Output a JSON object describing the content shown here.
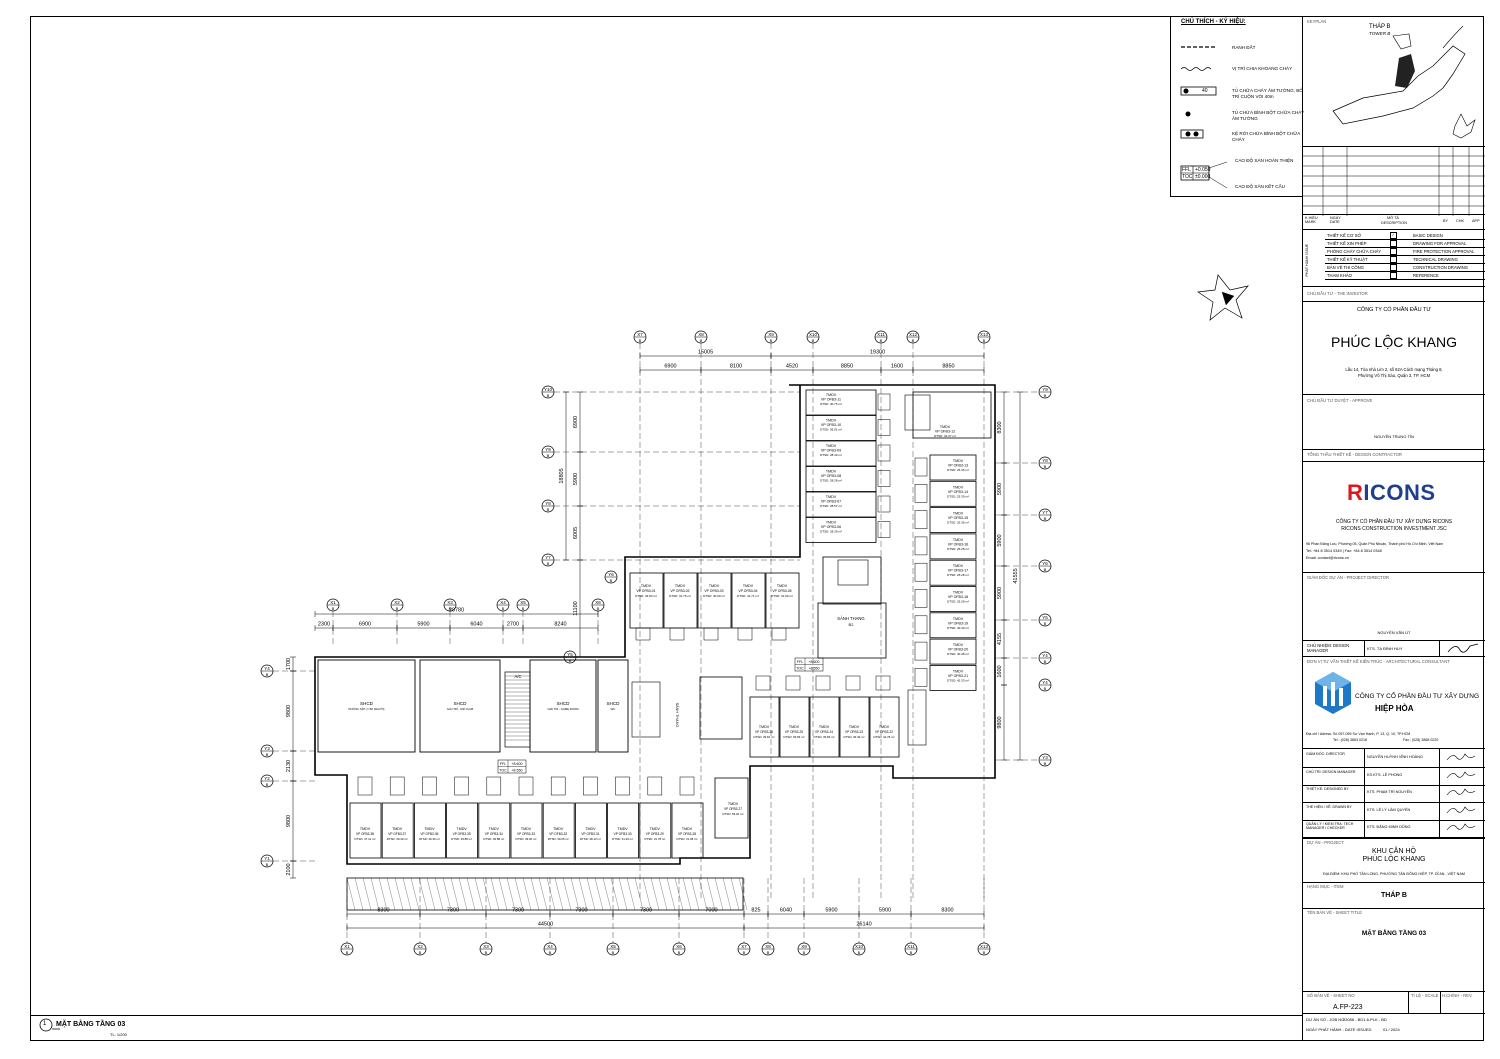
{
  "legend": {
    "title": "CHÚ THÍCH - KÝ HIỆU:",
    "items": [
      {
        "text": "RANH ĐẤT"
      },
      {
        "text": "VỊ TRÍ CHIA KHOANG CHÁY"
      },
      {
        "text": "TỦ CHỮA CHÁY ÂM TƯỜNG, BỐ TRÍ CUỘN VÒI 40m",
        "tag": "40"
      },
      {
        "text": "TỦ CHỨA BÌNH BỘT CHỮA CHÁY ÂM TƯỜNG"
      },
      {
        "text": "KỆ RỜI CHỨA BÌNH BỘT CHỮA CHÁY"
      },
      {
        "text": "CAO ĐỘ SÀN HOÀN THIỆN"
      },
      {
        "text": "CAO ĐỘ SÀN KẾT CẤU"
      }
    ],
    "ffl_label": "FFL",
    "ffl_value": "+0.050",
    "toc_label": "TOC",
    "toc_value": "±0.000"
  },
  "keyplan": {
    "label": "KEYPLAN",
    "tower_vi": "THÁP B",
    "tower_en": "TOWER B"
  },
  "revision": {
    "mark": "K.HIỆU MARK",
    "date": "NGÀY DATE",
    "desc_vi": "MÔ TẢ",
    "desc_en": "DESCRIPTION",
    "by": "BY",
    "chk": "CHK",
    "app": "APP"
  },
  "issue": {
    "side": "PHÁT HÀNH ISSUE",
    "rows": [
      {
        "vi": "THIẾT KẾ CƠ SỞ",
        "en": "BASIC DESIGN",
        "checked": true
      },
      {
        "vi": "THIẾT KẾ XIN PHÉP",
        "en": "DRAWING FOR APPROVAL",
        "checked": false
      },
      {
        "vi": "PHÒNG CHÁY CHỮA CHÁY",
        "en": "FIRE PROTECTION APPROVAL",
        "checked": false
      },
      {
        "vi": "THIẾT KẾ KỸ THUẬT",
        "en": "TECHNICAL DRAWING",
        "checked": false
      },
      {
        "vi": "BẢN VẼ THI CÔNG",
        "en": "CONSTRUCTION DRAWING",
        "checked": false
      },
      {
        "vi": "THAM KHẢO",
        "en": "REFERENCE",
        "checked": false
      }
    ]
  },
  "investor": {
    "label": "CHỦ ĐẦU TƯ - THE INVESTOR",
    "company_type": "CÔNG TY CỔ PHẦN ĐẦU TƯ",
    "name": "PHÚC LỘC KHANG",
    "address1": "Lầu 14, Tòa nhà Lim 2, số 62A Cách mạng Tháng 8,",
    "address2": "Phường Võ Thị Sáu, Quận 3, TP. HCM",
    "approve_label": "CHỦ ĐẦU TƯ DUYỆT - APPROVE",
    "approver": "NGUYỄN TRUNG TÍN"
  },
  "contractor": {
    "label": "TỔNG THẦU THIẾT KẾ - DESIGN CONTRACTOR",
    "logo": "RICONS",
    "name_vi": "CÔNG TY CỔ PHẦN ĐẦU TƯ XÂY DỰNG RICONS",
    "name_en": "RICONS CONSTRUCTION INVESTMENT JSC",
    "address": "96 Phan Đăng Lưu, Phường 05, Quận Phú Nhuận, Thành phố Hồ Chí Minh, Việt Nam",
    "tel": "Tel: +84 8 3514 0349 | Fax: +84 8 3514 0348",
    "email": "Email: contact@ricons.vn",
    "director_label": "GIÁM ĐỐC DỰ ÁN - PROJECT DIRECTOR",
    "director": "NGUYỄN VĂN ÚT",
    "manager_label": "CHỦ NHIỆM: DESIGN MANAGER",
    "manager": "KTS. TẠ ĐÌNH HUY"
  },
  "consultant": {
    "label": "ĐƠN VỊ TƯ VẤN THIẾT KẾ KIẾN TRÚC - ARCHITECTURAL CONSULTANT",
    "name1": "CÔNG TY CỔ PHẦN ĐẦU TƯ XÂY DỰNG",
    "name2": "HIỆP HÒA",
    "address": "Địa chỉ / Adress: Số 057-059 Sư Vạn Hạnh, P. 13, Q. 10, TP.HCM",
    "tel": "Tel : (028) 3863 0218",
    "fax": "Fax : (028) 3868 0220",
    "staff": [
      {
        "role": "GIÁM ĐỐC: DIRECTOR",
        "name": "NGUYỄN HUỲNH VĨNH HOÀNG"
      },
      {
        "role": "CHỦ TRÌ: DESIGN MANAGER",
        "name": "KS.KTS. LÊ PHONG"
      },
      {
        "role": "THIẾT KẾ: DESIGNED BY",
        "name": "KTS. PHẠM TRÍ NGUYÊN"
      },
      {
        "role": "THỂ HIỆN / VẼ: DRAWN BY",
        "name": "KTS. LÊ LÝ LÂM QUYÊN"
      },
      {
        "role": "QUẢN LÝ / KIỂM TRA: TECH MANAGER / CHECKER",
        "name": "KTS. ĐẶNG MINH DŨNG"
      }
    ]
  },
  "project": {
    "label": "DỰ ÁN - PROJECT",
    "name1": "KHU CĂN HỘ",
    "name2": "PHÚC LỘC KHANG",
    "location": "ĐỊA ĐIỂM: KHU PHỐ TÂN LONG, PHƯỜNG TÂN ĐÔNG HIỆP, TP. DĨ AN , VIỆT NAM",
    "item_label": "HẠNG MỤC - ITEM",
    "item": "THÁP B",
    "sheet_title_label": "TÊN BẢN VẼ - SHEET TITLE",
    "sheet_title": "MẶT BẰNG TẦNG 03",
    "sheet_no_label": "SỐ BẢN VẼ - SHEET NO",
    "sheet_no": "A.FP-223",
    "scale_label": "TỈ LỆ - SCALE",
    "rev_label": "H.CHỈNH - REV.",
    "job_label": "DỰ ÁN SỐ - JOB NO:",
    "job": "23056 - BD1.6-PLK - BD",
    "date_label": "NGÀY PHÁT HÀNH - DATE ISSUED",
    "date": "01 / 2024"
  },
  "drawing_caption": {
    "number": "1",
    "title": "MẶT BẰNG TẦNG 03",
    "scale": "TL: 1/200"
  },
  "grids_top": [
    "X7",
    "X8",
    "X9",
    "X10",
    "X11",
    "X12",
    "X13"
  ],
  "grids_top_left": [
    "X1",
    "X2",
    "X3",
    "X4",
    "X5",
    "X6"
  ],
  "grids_bottom": [
    "X1",
    "X2",
    "X3",
    "X4",
    "X5",
    "X6",
    "X7",
    "X8",
    "X9",
    "X10",
    "X11",
    "X13"
  ],
  "grids_left_upper": [
    "Y10",
    "Y9",
    "Y8",
    "Y7"
  ],
  "grids_left_lower": [
    "Y4",
    "Y3",
    "Y2",
    "Y1"
  ],
  "grids_right": [
    "Y9",
    "Y8",
    "Y7",
    "Y6",
    "Y5",
    "Y4",
    "Y3"
  ],
  "grid_b": "B",
  "dims_top": [
    "15005",
    "19300",
    "6900",
    "8100",
    "4520",
    "8850",
    "1600",
    "8850"
  ],
  "dims_left_top": [
    "29780",
    "2300",
    "6900",
    "5900",
    "6040",
    "2700",
    "8240"
  ],
  "dims_bottom": [
    "8300",
    "7300",
    "7300",
    "7300",
    "7300",
    "7000",
    "825",
    "6040",
    "5900",
    "5900",
    "8300",
    "44500",
    "26140"
  ],
  "dims_right": [
    "8300",
    "5900",
    "5900",
    "5900",
    "4155",
    "1600",
    "9800",
    "41555"
  ],
  "dims_left": [
    "6900",
    "5900",
    "6005",
    "18805",
    "11100",
    "1700",
    "9800",
    "2130",
    "9800",
    "2100"
  ],
  "rooms_top_row": [
    {
      "name": "TMDV",
      "code": "VP OFB3-01",
      "area": "DTSD: 34.83 m²"
    },
    {
      "name": "TMDV",
      "code": "VP OFB3-02",
      "area": "DTSD: 31.76 m²"
    },
    {
      "name": "TMDV",
      "code": "VP OFB3-03",
      "area": "DTSD: 40.00 m²"
    },
    {
      "name": "TMDV",
      "code": "VP OFB3-04",
      "area": "DTSD: 41.71 m²"
    },
    {
      "name": "TMDV",
      "code": "VP OFB3-05",
      "area": "DTSD: 31.69 m²"
    }
  ],
  "rooms_col_a": [
    {
      "name": "TMDV",
      "code": "VP OFB3-11",
      "area": "DTSD: 40.76 m²"
    },
    {
      "name": "TMDV",
      "code": "VP OFB3-10",
      "area": "DTSD: 36.91 m²"
    },
    {
      "name": "TMDV",
      "code": "VP OFB3-09",
      "area": "DTSD: 28.40 m²"
    },
    {
      "name": "TMDV",
      "code": "VP OFB3-08",
      "area": "DTSD: 28.28 m²"
    },
    {
      "name": "TMDV",
      "code": "VP OFB3-07",
      "area": "DTSD: 28.57 m²"
    },
    {
      "name": "TMDV",
      "code": "VP OFB3-06",
      "area": "DTSD: 28.39 m²"
    }
  ],
  "rooms_col_b": [
    {
      "name": "TMDV",
      "code": "VP OFB3-12",
      "area": "DTSD: 34.37 m²"
    },
    {
      "name": "TMDV",
      "code": "VP OFB3-13",
      "area": "DTSD: 25.35 m²"
    },
    {
      "name": "TMDV",
      "code": "VP OFB3-14",
      "area": "DTSD: 25.39 m²"
    },
    {
      "name": "TMDV",
      "code": "VP OFB3-15",
      "area": "DTSD: 25.35 m²"
    },
    {
      "name": "TMDV",
      "code": "VP OFB3-16",
      "area": "DTSD: 25.28 m²"
    },
    {
      "name": "TMDV",
      "code": "VP OFB3-17",
      "area": "DTSD: 25.28 m²"
    },
    {
      "name": "TMDV",
      "code": "VP OFB3-18",
      "area": "DTSD: 25.28 m²"
    },
    {
      "name": "TMDV",
      "code": "VP OFB3-19",
      "area": "DTSD: 40.40 m²"
    },
    {
      "name": "TMDV",
      "code": "VP OFB3-20",
      "area": "DTSD: 40.48 m²"
    },
    {
      "name": "TMDV",
      "code": "VP OFB3-21",
      "area": "DTSD: 42.33 m²"
    }
  ],
  "rooms_mid_row": [
    {
      "name": "TMDV",
      "code": "VP OFB3-26",
      "area": "DTSD: 39.81 m²"
    },
    {
      "name": "TMDV",
      "code": "VP OFB3-25",
      "area": "DTSD: 39.83 m²"
    },
    {
      "name": "TMDV",
      "code": "VP OFB3-24",
      "area": "DTSD: 39.83 m²"
    },
    {
      "name": "TMDV",
      "code": "VP OFB3-23",
      "area": "DTSD: 39.49 m²"
    },
    {
      "name": "TMDV",
      "code": "VP OFB3-22",
      "area": "DTSD: 42.78 m²"
    }
  ],
  "rooms_bottom_row": [
    {
      "name": "TMDV",
      "code": "VP OFB3-38",
      "area": "DTSD: 47.41 m²"
    },
    {
      "name": "TMDV",
      "code": "VP OFB3-37",
      "area": "DTSD: 39.39 m²"
    },
    {
      "name": "TMDV",
      "code": "VP OFB3-36",
      "area": "DTSD: 39.30 m²"
    },
    {
      "name": "TMDV",
      "code": "VP OFB3-35",
      "area": "DTSD: 39.88 m²"
    },
    {
      "name": "TMDV",
      "code": "VP OFB3-34",
      "area": "DTSD: 39.88 m²"
    },
    {
      "name": "TMDV",
      "code": "VP OFB3-33",
      "area": "DTSD: 39.00 m²"
    },
    {
      "name": "TMDV",
      "code": "VP OFB3-32",
      "area": "DTSD: 39.05 m²"
    },
    {
      "name": "TMDV",
      "code": "VP OFB3-31",
      "area": "DTSD: 38.13 m²"
    },
    {
      "name": "TMDV",
      "code": "VP OFB3-30",
      "area": "DTSD: 31.29 m²"
    },
    {
      "name": "TMDV",
      "code": "VP OFB3-29",
      "area": "DTSD: 31.78 m²"
    },
    {
      "name": "TMDV",
      "code": "VP OFB3-28",
      "area": "DTSD: 31.08 m²"
    }
  ],
  "room_27": {
    "name": "TMDV",
    "code": "VP OFB3-27",
    "area": "DTSD: 59.20 m²"
  },
  "shcd": [
    {
      "name": "SHCD",
      "sub": "PHÒNG TẬP (<=50 NGƯỜI)"
    },
    {
      "name": "SHCD",
      "sub": "GIẢI TRÍ - KID CLUB"
    },
    {
      "name": "SHCD",
      "sub": "GIẢI TRÍ - GAME ROOM"
    },
    {
      "name": "SHCD",
      "sub": "WC"
    }
  ],
  "lobby": {
    "name": "SẢNH THANG",
    "code": "B2"
  },
  "lobby2": "SẢNH THANG",
  "ac": "A/C",
  "level1": {
    "ffl": "FFL",
    "ffl_val": "+8.600",
    "toc": "TOC",
    "toc_val": "+8.550"
  },
  "level2": {
    "ffl": "FFL",
    "ffl_val": "+8.600",
    "toc": "TOC",
    "toc_val": "+8.550"
  },
  "colors": {
    "ricons_red": "#d71920",
    "ricons_blue": "#1f3e8c",
    "hh_blue": "#1e78c8"
  }
}
